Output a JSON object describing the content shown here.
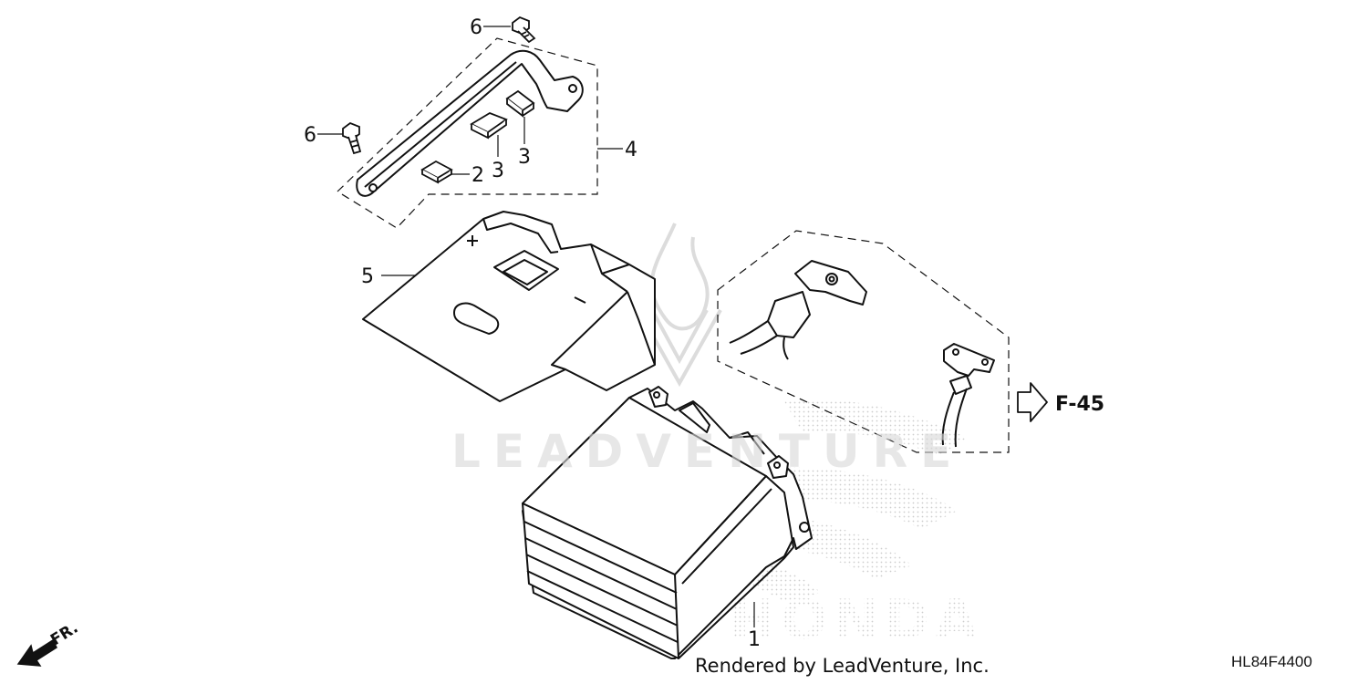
{
  "diagram": {
    "callouts": {
      "part1": "1",
      "part2": "2",
      "part3a": "3",
      "part3b": "3",
      "part4": "4",
      "part5": "5",
      "part6a": "6",
      "part6b": "6"
    },
    "reference": "F-45",
    "direction": "FR.",
    "credit": "Rendered by LeadVenture, Inc.",
    "diagram_code": "HL84F4400"
  },
  "watermark": {
    "text": "LEADVENTURE",
    "brand": "HONDA"
  },
  "colors": {
    "line": "#111111",
    "watermark": "#d8d8d8"
  }
}
